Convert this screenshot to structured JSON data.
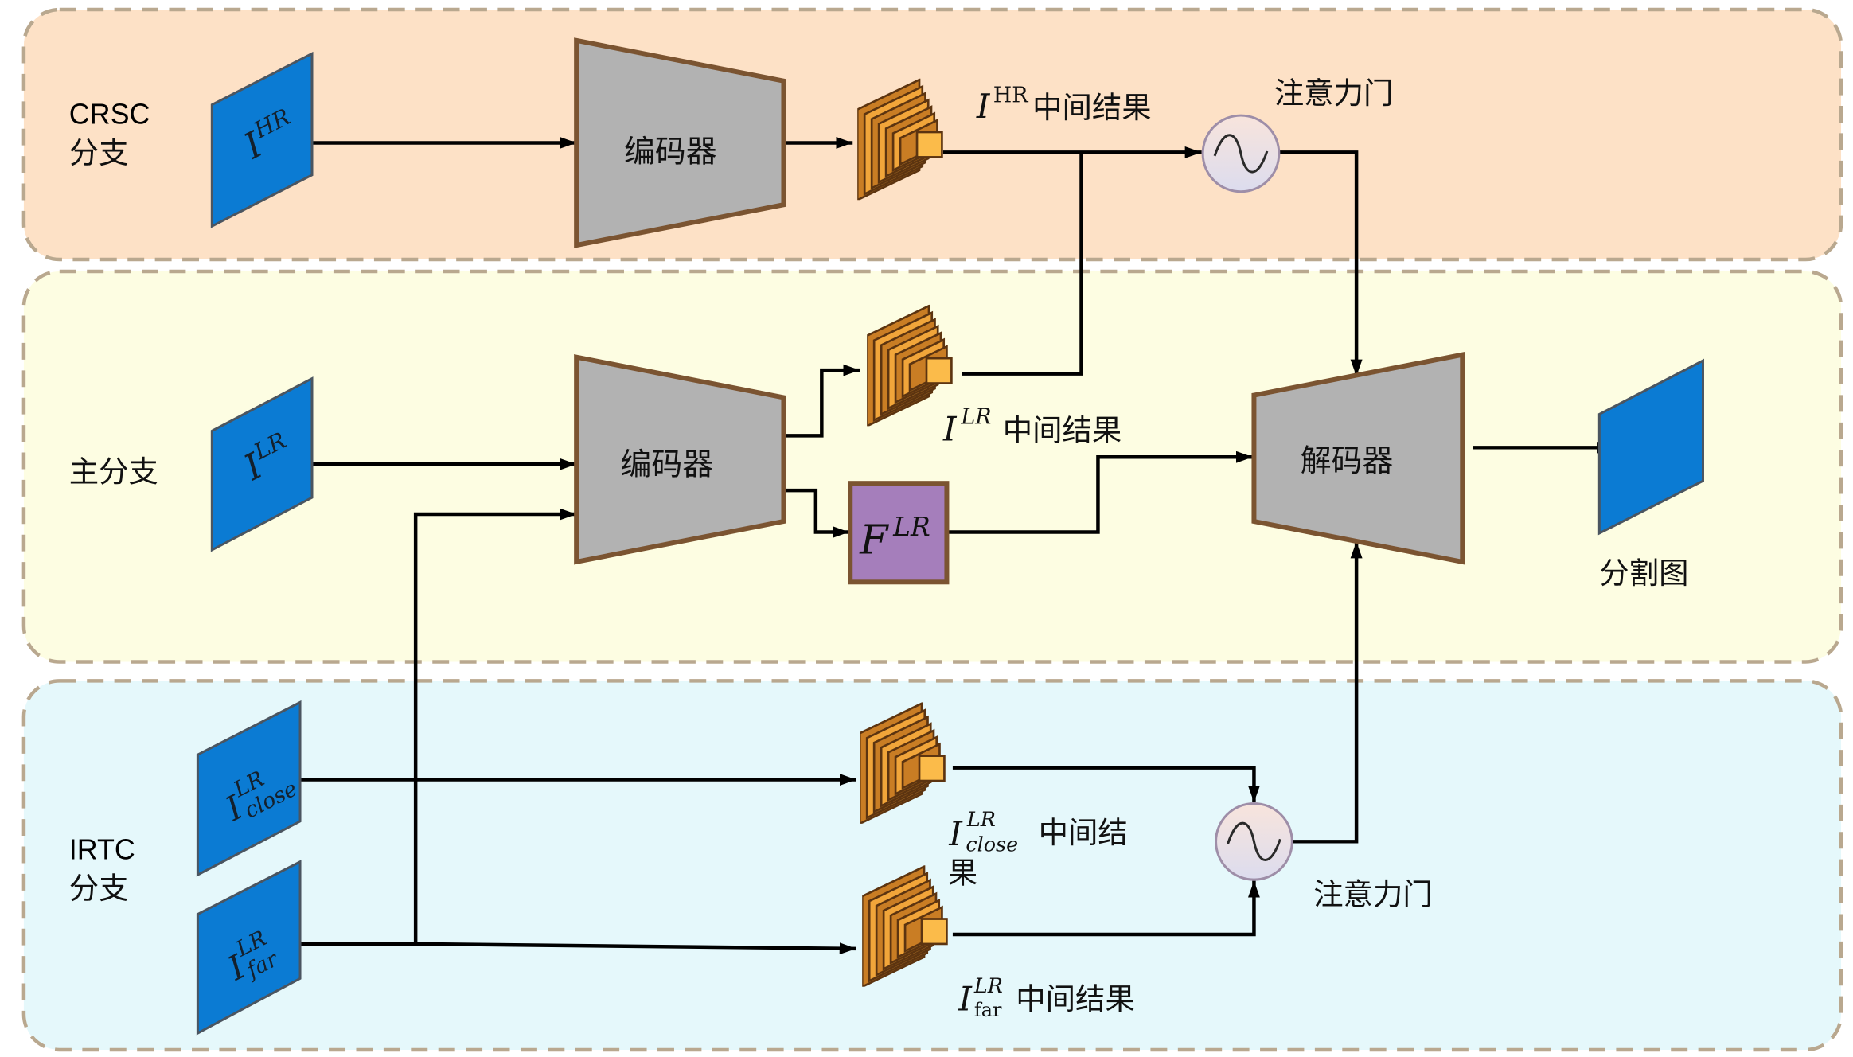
{
  "branches": {
    "crsc": {
      "line1": "CRSC",
      "line2": "分支"
    },
    "main": {
      "line1": "主分支"
    },
    "irtc": {
      "line1": "IRTC",
      "line2": "分支"
    }
  },
  "inputs": {
    "hr": {
      "base": "I",
      "sup": "HR"
    },
    "lr": {
      "base": "I",
      "sup": "LR"
    },
    "lr_close": {
      "base": "I",
      "sup": "LR",
      "sub": "close"
    },
    "lr_far": {
      "base": "I",
      "sup": "LR",
      "sub": "far"
    }
  },
  "modules": {
    "crsc_encoder": "编码器",
    "main_encoder": "编码器",
    "decoder": "解码器"
  },
  "feature": {
    "base": "F",
    "sup": "LR"
  },
  "intermediate_results": {
    "hr": {
      "base": "I",
      "sup": "HR",
      "text": "中间结果"
    },
    "lr": {
      "base": "I",
      "sup": "LR",
      "text": "中间结果"
    },
    "lr_close": {
      "base": "I",
      "sup": "LR",
      "sub": "close",
      "text_line1": "中间结",
      "text_line2": "果"
    },
    "lr_far": {
      "base": "I",
      "sup": "LR",
      "sub": "far",
      "text": "中间结果"
    }
  },
  "attention_gates": {
    "crsc": "注意力门",
    "irtc": "注意力门"
  },
  "output": {
    "label": "分割图"
  },
  "colors": {
    "crsc_panel": "#fde1c6",
    "main_panel": "#fdfde2",
    "irtc_panel": "#e5f8fb",
    "panel_border": "#b9a88f",
    "image_blue": "#0b7bd3",
    "module_gray": "#b2b2b2",
    "module_border": "#7b5431",
    "feature_purple": "#a57ebb",
    "feature_map_orange": "#f1a53a",
    "feature_map_shadow": "#c97d24",
    "arrow": "#000000"
  }
}
